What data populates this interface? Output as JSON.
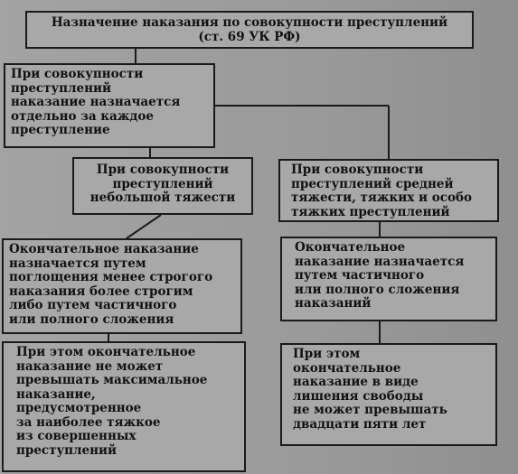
{
  "diagram": {
    "title": "Назначение наказания по совокупности преступлений\n(ст.  69 УК РФ)",
    "general_rule": "При совокупности\nпреступлений\nнаказание назначается\nотдельно за каждое\nпреступление",
    "left_branch": {
      "condition": "При совокупности\nпреступлений\nнебольшой тяжести",
      "method": "Окончательное наказание\nназначается путем\nпоглощения менее строгого\nнаказания более строгим\nлибо путем частичного\nили полного сложения",
      "limit": "При этом окончательное\nнаказание не может\nпревышать максимальное\nнаказание,\nпредусмотренное\nза наиболее тяжкое\nиз совершенных\nпреступлений"
    },
    "right_branch": {
      "condition": "При совокупности\nпреступлений средней\nтяжести, тяжких и особо\nтяжких преступлений",
      "method": "Окончательное\nнаказание назначается\nпутем частичного\nили полного сложения\nнаказаний",
      "limit": "При этом\nокончательное\nнаказание в виде\nлишения свободы\nне может превышать\nдвадцати пяти лет"
    }
  }
}
